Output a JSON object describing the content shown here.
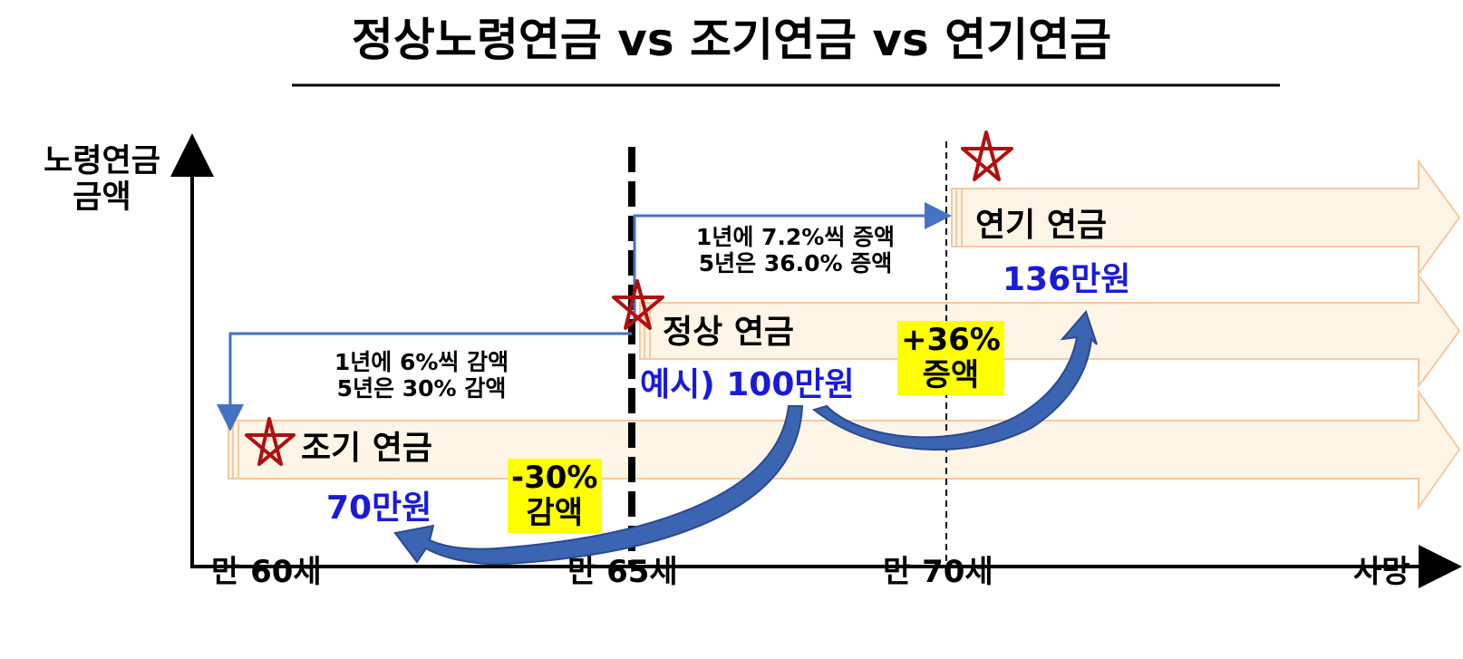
{
  "title": "정상노령연금 vs 조기연금 vs 연기연금",
  "y_axis": {
    "line1": "노령연금",
    "line2": "금액"
  },
  "x_axis": {
    "ticks": [
      "만 60세",
      "만 65세",
      "만 70세",
      "사망"
    ]
  },
  "bands": {
    "early": {
      "label": "조기 연금",
      "amount": "70만원"
    },
    "normal": {
      "label": "정상 연금",
      "amount": "예시) 100만원"
    },
    "deferred": {
      "label": "연기 연금",
      "amount": "136만원"
    }
  },
  "notes": {
    "early": {
      "line1": "1년에 6%씩 감액",
      "line2": "5년은 30% 감액"
    },
    "deferred": {
      "line1": "1년에 7.2%씩 증액",
      "line2": "5년은 36.0%  증액"
    }
  },
  "badges": {
    "decrease": {
      "line1": "-30%",
      "line2": "감액"
    },
    "increase": {
      "line1": "+36%",
      "line2": "증액"
    }
  },
  "colors": {
    "band_fill": "#fff5e6",
    "band_stroke": "#f6c9a0",
    "value_text": "#1a1adb",
    "connector": "#4472c4",
    "big_arrow": "#3b64b3",
    "highlight": "#ffff00",
    "star": "#b01010"
  }
}
